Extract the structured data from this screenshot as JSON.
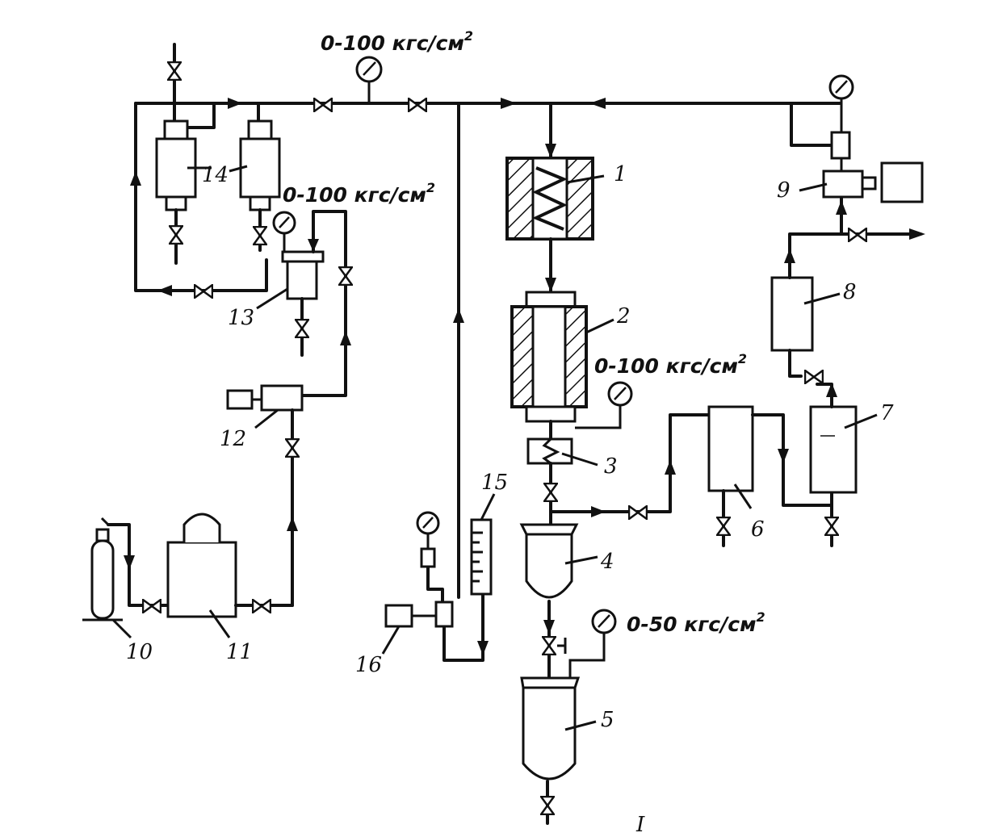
{
  "labels": {
    "n1": "1",
    "n2": "2",
    "n3": "3",
    "n4": "4",
    "n5": "5",
    "n6": "6",
    "n7": "7",
    "n8": "8",
    "n9": "9",
    "n10": "10",
    "n11": "11",
    "n12": "12",
    "n13": "13",
    "n14": "14",
    "n15": "15",
    "n16": "16"
  },
  "gauges": {
    "top": {
      "text": "0-100 кгс/см",
      "exp": "2"
    },
    "left": {
      "text": "0-100 кгс/см",
      "exp": "2"
    },
    "mid": {
      "text": "0-100 кгс/см",
      "exp": "2"
    },
    "low": {
      "text": "0-50 кгс/см",
      "exp": "2"
    }
  },
  "page_mark": "I"
}
